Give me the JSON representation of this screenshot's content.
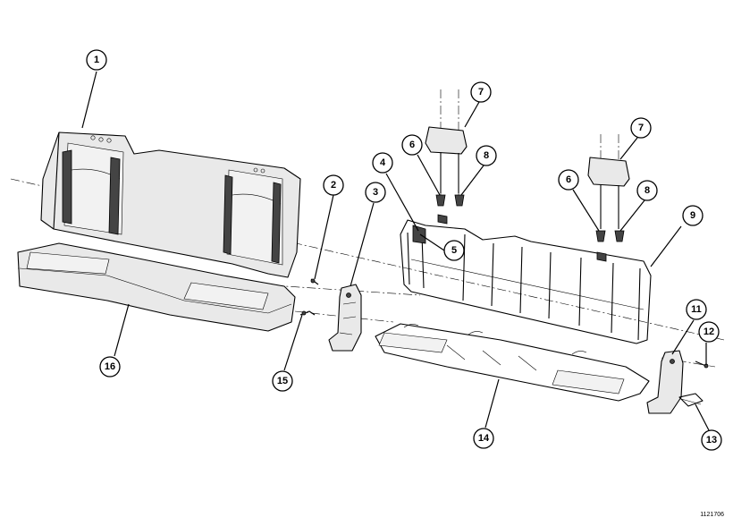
{
  "diagram": {
    "id_label": "1121706",
    "callouts": [
      {
        "key": "c1",
        "text": "1"
      },
      {
        "key": "c2",
        "text": "2"
      },
      {
        "key": "c3",
        "text": "3"
      },
      {
        "key": "c4",
        "text": "4"
      },
      {
        "key": "c5",
        "text": "5"
      },
      {
        "key": "c6a",
        "text": "6"
      },
      {
        "key": "c6b",
        "text": "6"
      },
      {
        "key": "c7a",
        "text": "7"
      },
      {
        "key": "c7b",
        "text": "7"
      },
      {
        "key": "c8a",
        "text": "8"
      },
      {
        "key": "c8b",
        "text": "8"
      },
      {
        "key": "c9",
        "text": "9"
      },
      {
        "key": "c11",
        "text": "11"
      },
      {
        "key": "c12",
        "text": "12"
      },
      {
        "key": "c13",
        "text": "13"
      },
      {
        "key": "c14",
        "text": "14"
      },
      {
        "key": "c15",
        "text": "15"
      },
      {
        "key": "c16",
        "text": "16"
      }
    ]
  }
}
